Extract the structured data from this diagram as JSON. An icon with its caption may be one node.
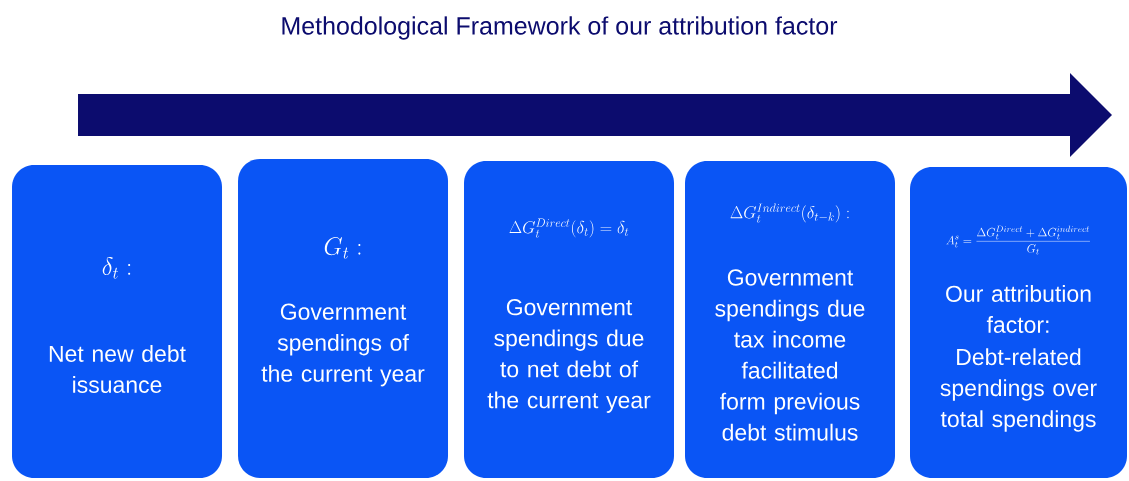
{
  "diagram": {
    "title": "Methodological Framework of our attribution factor",
    "nodes": [
      {
        "text": [
          "\\delta_t:",
          "Net new debt issuance"
        ]
      },
      {
        "text": [
          "G_t:",
          "Government spendings of the current year"
        ]
      },
      {
        "text": [
          "\\Delta G_t^{Direct}(\\delta_t) = \\delta_t",
          "Government spendings due to net debt of the current year"
        ]
      },
      {
        "text": [
          "\\Delta G_t^{Indirect}(\\delta_{t-k}) :",
          "Government spendings due tax income facilitated form previous debt stimulus"
        ]
      },
      {
        "text": [
          "A_t^s = \\frac{\\Delta G_t^{Direct} + \\Delta G_t^{indirect}}{G_t}",
          "Our attribution factor:",
          "Debt-related spendings over total spendings"
        ]
      }
    ]
  }
}
